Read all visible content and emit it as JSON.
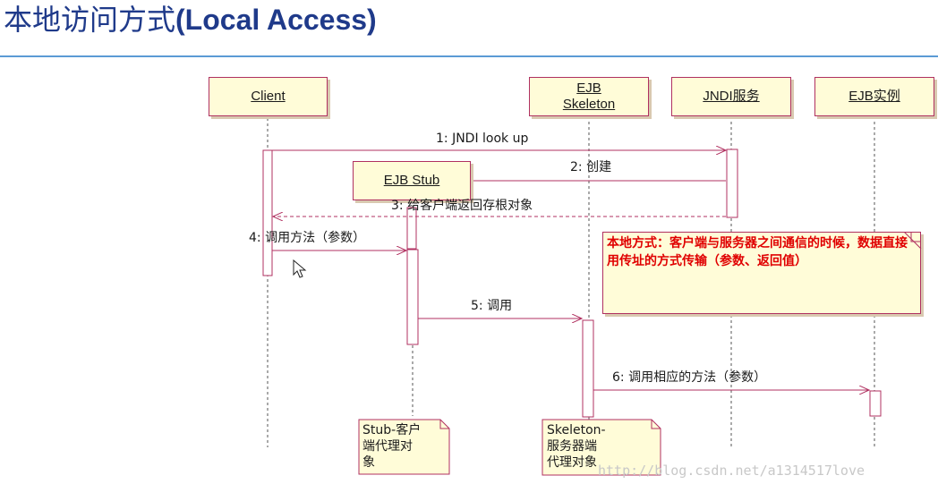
{
  "title": {
    "cn": "本地访问方式",
    "en": "(Local Access)"
  },
  "lifelines": {
    "client": "Client",
    "skeleton_line1": "EJB",
    "skeleton_line2": "Skeleton",
    "jndi": "JNDI服务",
    "instance": "EJB实例",
    "stub": "EJB Stub"
  },
  "messages": {
    "m1": "1: JNDI look up",
    "m2": "2: 创建",
    "m3": "3: 给客户端返回存根对象",
    "m4": "4: 调用方法（参数）",
    "m5": "5: 调用",
    "m6": "6: 调用相应的方法（参数）"
  },
  "notes": {
    "local": "本地方式：客户端与服务器之间通信的时候，数据直接用传址的方式传输（参数、返回值）",
    "stub": "Stub-客户\n端代理对\n象",
    "skeleton": "Skeleton-\n服务器端\n代理对象"
  },
  "watermark": "http://blog.csdn.net/a1314517love",
  "colors": {
    "title": "#1f3a8a",
    "border": "#b03060",
    "box_fill": "#fffcd8",
    "note_text": "#e00000",
    "rule": "#5b9bd5"
  }
}
